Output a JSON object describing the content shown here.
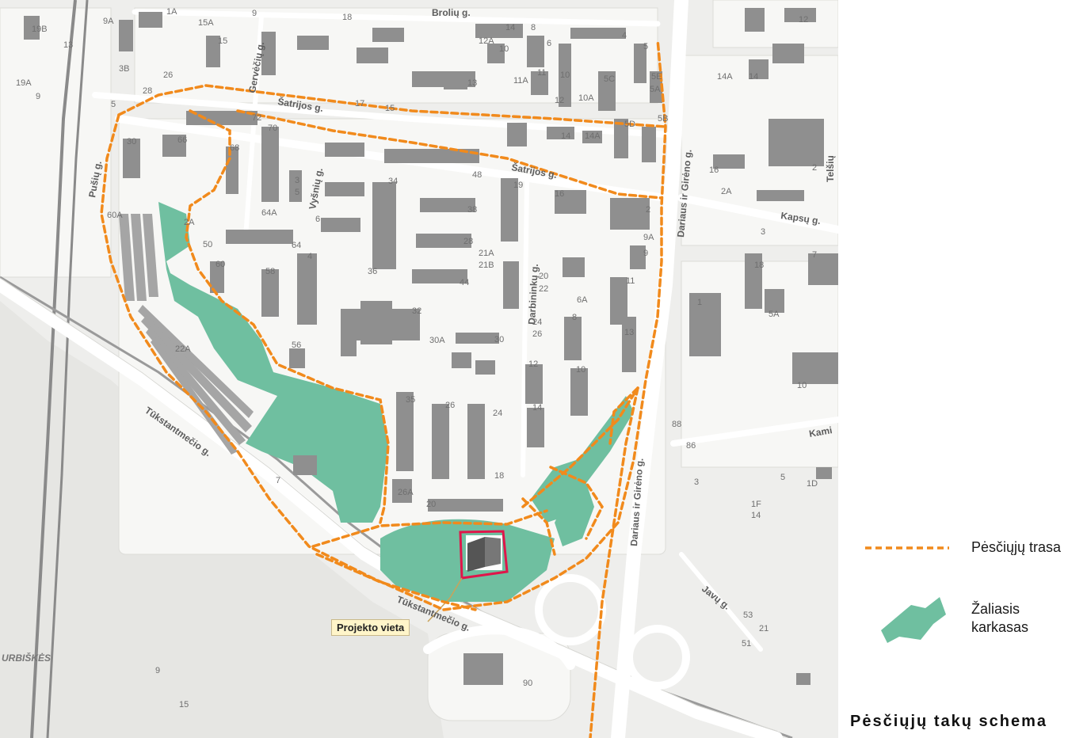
{
  "legend": {
    "trail_label": "Pėsčiųjų trasa",
    "green_label": "Žaliasis karkasas"
  },
  "title": "Pėsčiųjų takų schema",
  "callout": "Projekto vieta",
  "colors": {
    "trail": "#f18a1c",
    "green": "#6fbfa0",
    "project_outline": "#e0154a",
    "map_bg": "#eeeeec",
    "building": "#8f8f8f"
  },
  "streets": {
    "broliu": "Brolių g.",
    "sartu_top": "Šatrijos g.",
    "sartu_mid": "Šatrijos g.",
    "kapsu": "Kapsų g.",
    "giro_top": "Dariaus ir Girėno g.",
    "giro_mid": "Dariaus ir Girėno g.",
    "giro_bot": "Dariaus ir Girėno g.",
    "tukst_1": "Tūkstantmečio g.",
    "tukst_2": "Tūkstantmečio g.",
    "pusiu": "Pušių g.",
    "vysniu": "Vyšnių g.",
    "darbininku": "Darbininkų g.",
    "gervuziu": "Gervėčių g.",
    "javu": "Javų g.",
    "kamin": "Kami",
    "telsiu": "Telšių",
    "urbiskes": "URBIŠKĖS"
  },
  "house_numbers": [
    "19B",
    "13",
    "9A",
    "1A",
    "15A",
    "15",
    "9",
    "18",
    "14",
    "8",
    "12A",
    "10",
    "6",
    "4",
    "5",
    "3B",
    "26",
    "28",
    "19A",
    "9",
    "5",
    "17",
    "15",
    "13",
    "11A",
    "11",
    "10",
    "12",
    "10A",
    "5C",
    "5E",
    "5A",
    "5B",
    "5D",
    "14",
    "14A",
    "16",
    "2A",
    "2",
    "3",
    "18",
    "7",
    "5A",
    "1",
    "10",
    "12",
    "14A",
    "14",
    "30",
    "66",
    "68",
    "72",
    "70",
    "3",
    "5",
    "48",
    "34",
    "38",
    "28",
    "21A",
    "21B",
    "19",
    "16",
    "2",
    "9A",
    "9",
    "11",
    "13",
    "6A",
    "8",
    "10",
    "12",
    "14",
    "60A",
    "2A",
    "50",
    "60",
    "58",
    "64",
    "64A",
    "4",
    "6",
    "36",
    "44",
    "20",
    "22",
    "24",
    "26",
    "32",
    "30A",
    "30",
    "56",
    "22A",
    "24",
    "26",
    "35",
    "18",
    "20",
    "26A",
    "7",
    "9",
    "15",
    "90",
    "88",
    "86",
    "3",
    "5",
    "1D",
    "1F",
    "14",
    "53",
    "21",
    "51"
  ]
}
